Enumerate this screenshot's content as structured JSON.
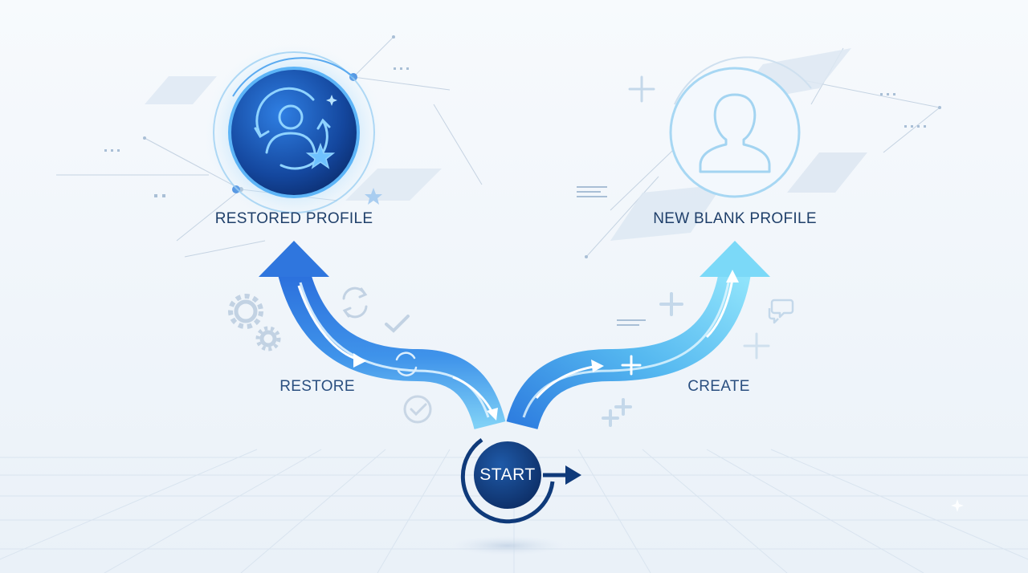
{
  "nodes": {
    "restored_profile": {
      "label": "RESTORED PROFILE",
      "icon": "user-sync-star-icon"
    },
    "new_blank_profile": {
      "label": "NEW BLANK PROFILE",
      "icon": "user-outline-icon"
    },
    "start": {
      "label": "START",
      "icon": "start-circle-arrow-icon"
    }
  },
  "paths": {
    "restore": {
      "label": "RESTORE"
    },
    "create": {
      "label": "CREATE"
    }
  },
  "colors": {
    "background": "#f4f8fc",
    "restore_path": "#3d8be8",
    "create_path": "#5cc6f2",
    "start_node": "#123c7c",
    "label_text": "#1f3f6a"
  }
}
